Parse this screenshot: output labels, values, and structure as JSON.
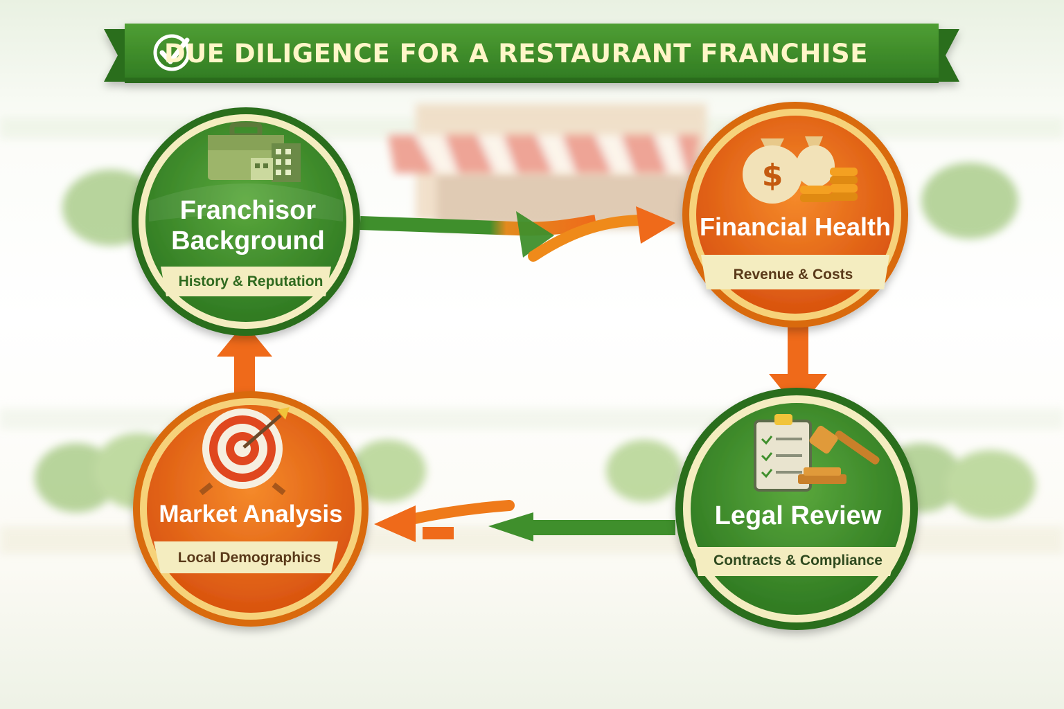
{
  "title": "DUE DILIGENCE FOR A RESTAURANT FRANCHISE",
  "colors": {
    "green": "#3f8f2c",
    "green_dark": "#2b6e1f",
    "orange": "#ef6a1a",
    "orange_dark": "#c9480c",
    "ring_cream": "#f4edc0"
  },
  "nodes": [
    {
      "id": "franchisor",
      "title_lines": [
        "Franchisor",
        "Background"
      ],
      "subtitle": "History & Reputation",
      "icon": "briefcase-building-icon",
      "theme": "green"
    },
    {
      "id": "financial",
      "title_lines": [
        "Financial Health"
      ],
      "subtitle": "Revenue & Costs",
      "icon": "money-bags-icon",
      "theme": "orange"
    },
    {
      "id": "legal",
      "title_lines": [
        "Legal Review"
      ],
      "subtitle": "Contracts & Compliance",
      "icon": "clipboard-gavel-icon",
      "theme": "green"
    },
    {
      "id": "market",
      "title_lines": [
        "Market Analysis"
      ],
      "subtitle": "Local Demographics",
      "icon": "target-icon",
      "theme": "orange"
    }
  ],
  "flow": [
    "franchisor",
    "financial",
    "legal",
    "market",
    "franchisor"
  ]
}
